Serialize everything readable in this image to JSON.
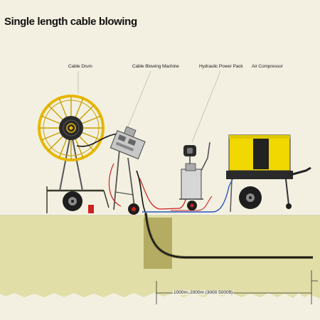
{
  "title": "Single length cable blowing",
  "labels": {
    "cable_drum": "Cable Drum",
    "cable_blowing_machine": "Cable Blowing Machine",
    "hydraulic_power_pack": "Hydraulic Power Pack",
    "air_compressor": "Air Compressor"
  },
  "scale": {
    "first": "1000m",
    "second": "2000m (3000 5000ft)"
  },
  "colors": {
    "background": "#f3f0e1",
    "ground": "#e1dea8",
    "trench": "#b4ac62",
    "compressor_body": "#f0d800",
    "air_hose": "#2b59c3",
    "hydraulic_hose": "#cc2222",
    "cable": "#111111"
  }
}
